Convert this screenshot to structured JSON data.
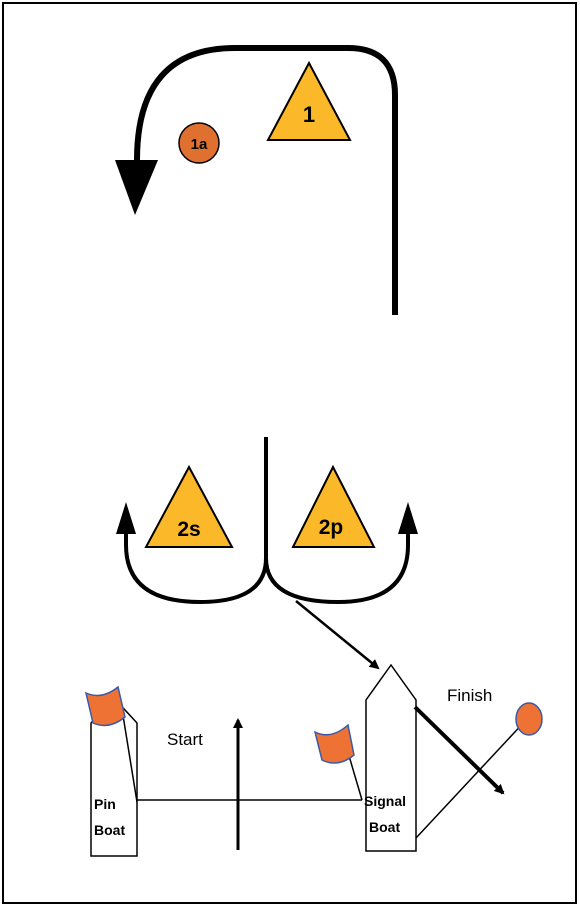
{
  "marks": {
    "windward": "1",
    "offset": "1a",
    "gate_starboard": "2s",
    "gate_port": "2p"
  },
  "labels": {
    "start": "Start",
    "finish": "Finish"
  },
  "boats": {
    "pin": [
      "Pin",
      "Boat"
    ],
    "signal": [
      "Signal",
      "Boat"
    ]
  },
  "colors": {
    "mark_fill": "#fbb829",
    "offset_fill": "#e0702f",
    "flag_fill": "#ee7234",
    "line": "#000000",
    "frame": "#000000"
  }
}
